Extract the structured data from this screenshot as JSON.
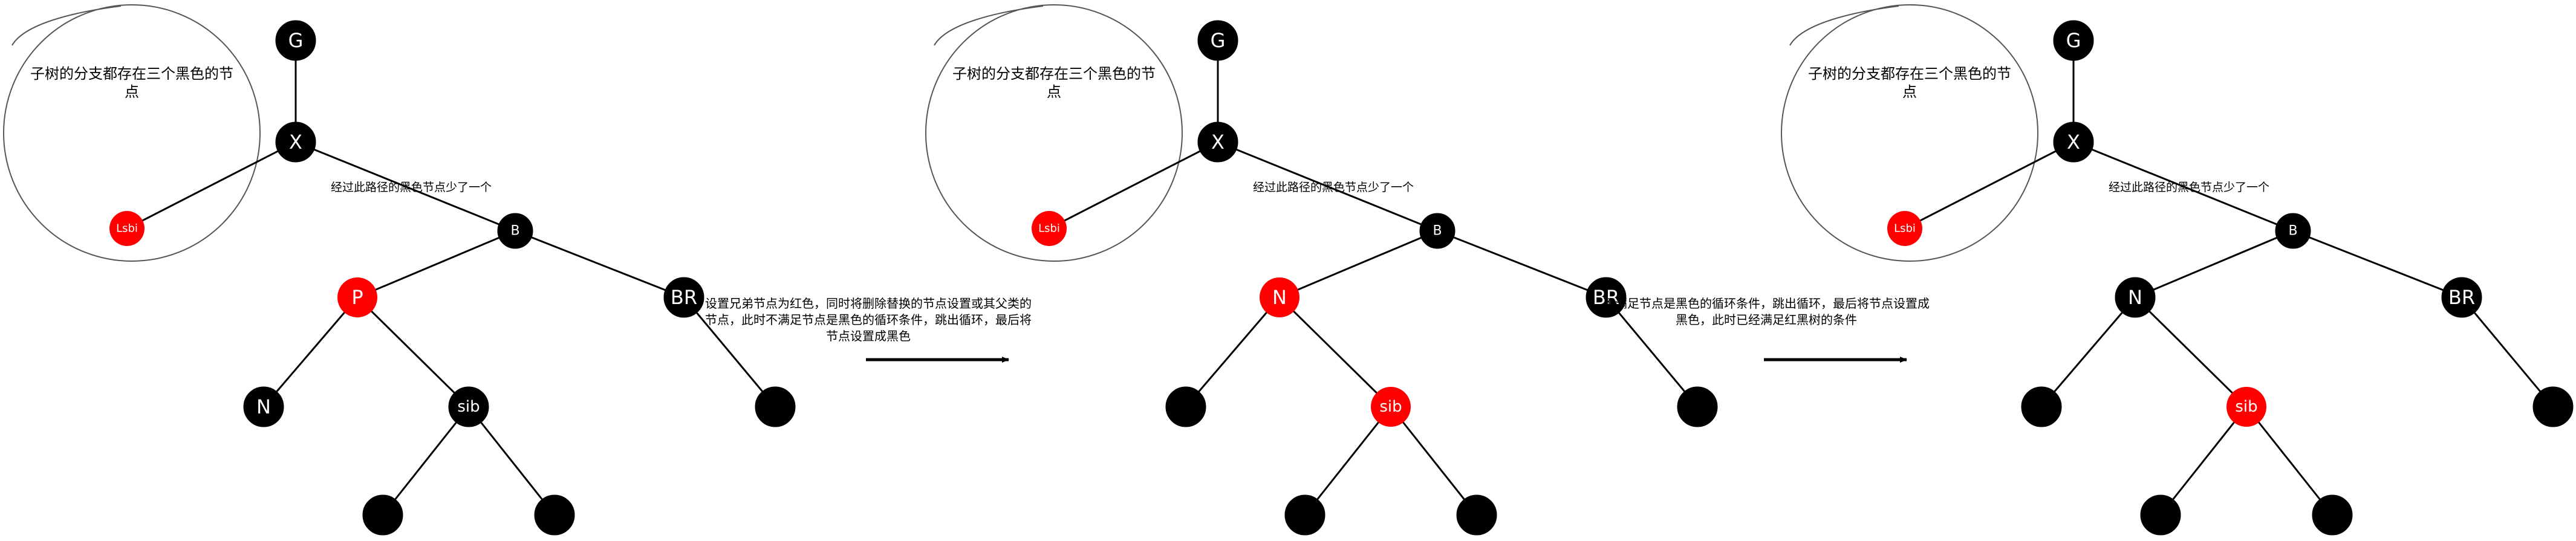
{
  "colors": {
    "black": "#000000",
    "red": "#ff0000",
    "white": "#ffffff",
    "edge": "#000000"
  },
  "panels": [
    {
      "subtree_caption": [
        "子树的分支都存在三个黑色的节",
        "点"
      ],
      "path_note": "经过此路径的黑色节点少了一个",
      "nodes": [
        {
          "id": "G",
          "label": "G",
          "color": "black"
        },
        {
          "id": "X",
          "label": "X",
          "color": "black"
        },
        {
          "id": "L",
          "label": "Lsbi",
          "color": "red"
        },
        {
          "id": "B",
          "label": "B",
          "color": "black"
        },
        {
          "id": "C1",
          "label": "P",
          "color": "red"
        },
        {
          "id": "BR",
          "label": "BR",
          "color": "black"
        },
        {
          "id": "C2",
          "label": "N",
          "color": "black"
        },
        {
          "id": "SIB",
          "label": "sib",
          "color": "black"
        },
        {
          "id": "BRC",
          "label": "",
          "color": "black"
        },
        {
          "id": "SL",
          "label": "",
          "color": "black"
        },
        {
          "id": "SR",
          "label": "",
          "color": "black"
        }
      ],
      "arrow_note": [
        "设置兄弟节点为红色，同时将删除替换的节点设置或其父类的",
        "节点，此时不满足节点是黑色的循环条件，跳出循环，最后将",
        "节点设置成黑色"
      ]
    },
    {
      "subtree_caption": [
        "子树的分支都存在三个黑色的节",
        "点"
      ],
      "path_note": "经过此路径的黑色节点少了一个",
      "nodes": [
        {
          "id": "G",
          "label": "G",
          "color": "black"
        },
        {
          "id": "X",
          "label": "X",
          "color": "black"
        },
        {
          "id": "L",
          "label": "Lsbi",
          "color": "red"
        },
        {
          "id": "B",
          "label": "B",
          "color": "black"
        },
        {
          "id": "C1",
          "label": "N",
          "color": "red"
        },
        {
          "id": "BR",
          "label": "BR",
          "color": "black"
        },
        {
          "id": "C2",
          "label": "",
          "color": "black"
        },
        {
          "id": "SIB",
          "label": "sib",
          "color": "red"
        },
        {
          "id": "BRC",
          "label": "",
          "color": "black"
        },
        {
          "id": "SL",
          "label": "",
          "color": "black"
        },
        {
          "id": "SR",
          "label": "",
          "color": "black"
        }
      ],
      "arrow_note": [
        "不满足节点是黑色的循环条件，跳出循环，最后将节点设置成",
        "黑色，此时已经满足红黑树的条件"
      ]
    },
    {
      "subtree_caption": [
        "子树的分支都存在三个黑色的节",
        "点"
      ],
      "path_note": "经过此路径的黑色节点少了一个",
      "nodes": [
        {
          "id": "G",
          "label": "G",
          "color": "black"
        },
        {
          "id": "X",
          "label": "X",
          "color": "black"
        },
        {
          "id": "L",
          "label": "Lsbi",
          "color": "red"
        },
        {
          "id": "B",
          "label": "B",
          "color": "black"
        },
        {
          "id": "C1",
          "label": "N",
          "color": "black"
        },
        {
          "id": "BR",
          "label": "BR",
          "color": "black"
        },
        {
          "id": "C2",
          "label": "",
          "color": "black"
        },
        {
          "id": "SIB",
          "label": "sib",
          "color": "red"
        },
        {
          "id": "BRC",
          "label": "",
          "color": "black"
        },
        {
          "id": "SL",
          "label": "",
          "color": "black"
        },
        {
          "id": "SR",
          "label": "",
          "color": "black"
        }
      ]
    }
  ]
}
